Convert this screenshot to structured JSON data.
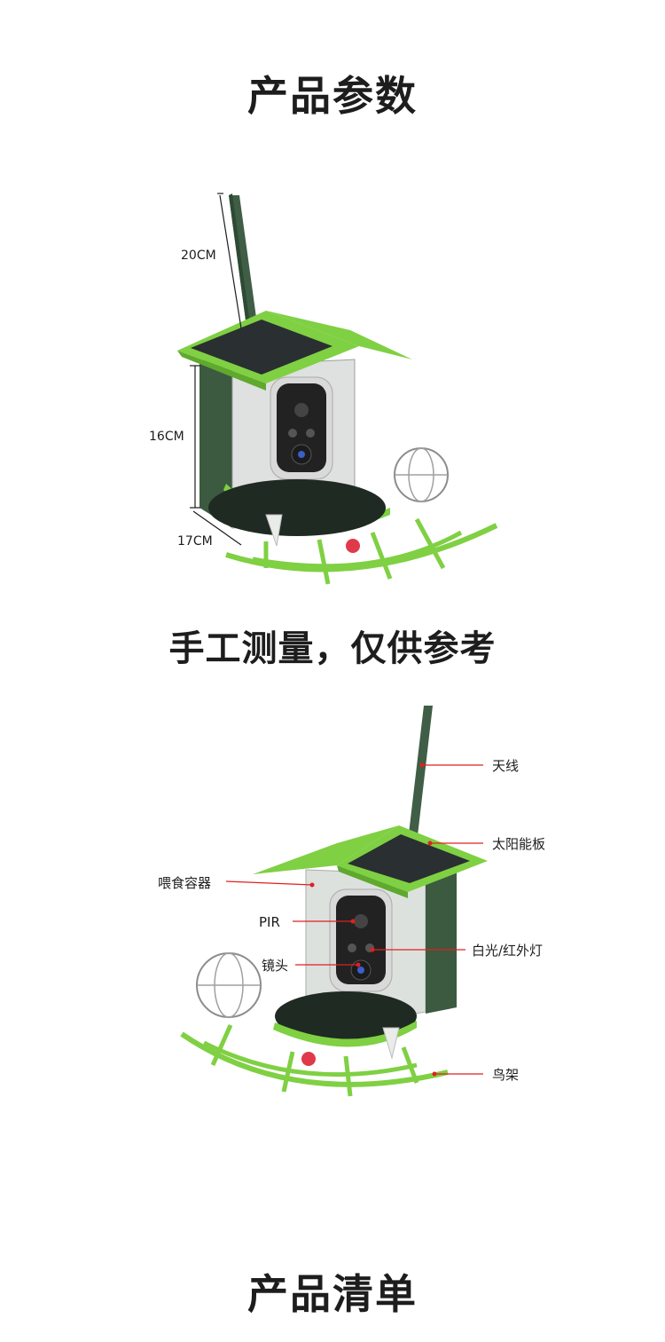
{
  "headings": {
    "params": "产品参数",
    "notice": "手工测量，仅供参考",
    "list": "产品清单"
  },
  "dimensions": {
    "antenna": "20CM",
    "height": "16CM",
    "depth": "17CM"
  },
  "parts": {
    "antenna": "天线",
    "solar_panel": "太阳能板",
    "feed_container": "喂食容器",
    "pir": "PIR",
    "light": "白光/红外灯",
    "lens": "镜头",
    "perch": "鸟架"
  },
  "colors": {
    "roof_green": "#7fd043",
    "body_dark": "#3c5a40",
    "pointer_red": "#e02020"
  }
}
